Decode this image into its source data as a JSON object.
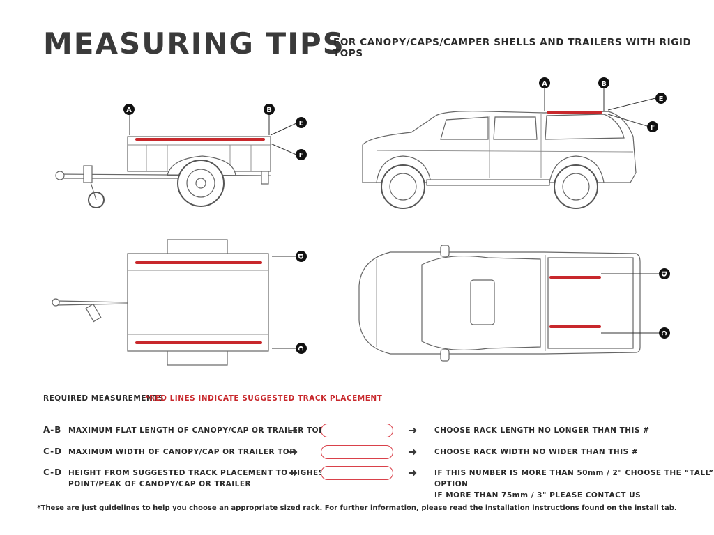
{
  "header": {
    "title": "MEASURING TIPS",
    "subtitle": "FOR CANOPY/CAPS/CAMPER SHELLS AND TRAILERS WITH RIGID TOPS"
  },
  "markers": {
    "a": "A",
    "b": "B",
    "c": "C",
    "d": "D",
    "e": "E",
    "f": "F"
  },
  "required": {
    "label": "REQUIRED MEASUREMENTS",
    "note": "*RED LINES INDICATE SUGGESTED TRACK PLACEMENT"
  },
  "rows": [
    {
      "code": "A-B",
      "desc_line1": "MAXIMUM  FLAT LENGTH OF CANOPY/CAP OR TRAILER TOP",
      "desc_line2": "",
      "result_line1": "CHOOSE RACK LENGTH NO LONGER THAN THIS #",
      "result_line2": ""
    },
    {
      "code": "C-D",
      "desc_line1": "MAXIMUM  WIDTH OF CANOPY/CAP OR TRAILER TOP",
      "desc_line2": "",
      "result_line1": "CHOOSE RACK WIDTH NO WIDER THAN THIS #",
      "result_line2": ""
    },
    {
      "code": "C-D",
      "desc_line1": "HEIGHT FROM SUGGESTED TRACK PLACEMENT TO HIGHEST",
      "desc_line2": "POINT/PEAK OF CANOPY/CAP OR TRAILER",
      "result_line1": "IF THIS NUMBER IS MORE THAN 50mm / 2\" CHOOSE THE “TALL” OPTION",
      "result_line2": "IF MORE THAN 75mm / 3\" PLEASE CONTACT US"
    }
  ],
  "footnote": "*These are just guidelines to help you choose an appropriate sized rack. For further information, please read the installation instructions found on the install tab.",
  "colors": {
    "accent": "#c8282c",
    "ink": "#2a2a2a",
    "line": "#555555"
  },
  "icons": {
    "arrow": "right-arrow-icon"
  }
}
